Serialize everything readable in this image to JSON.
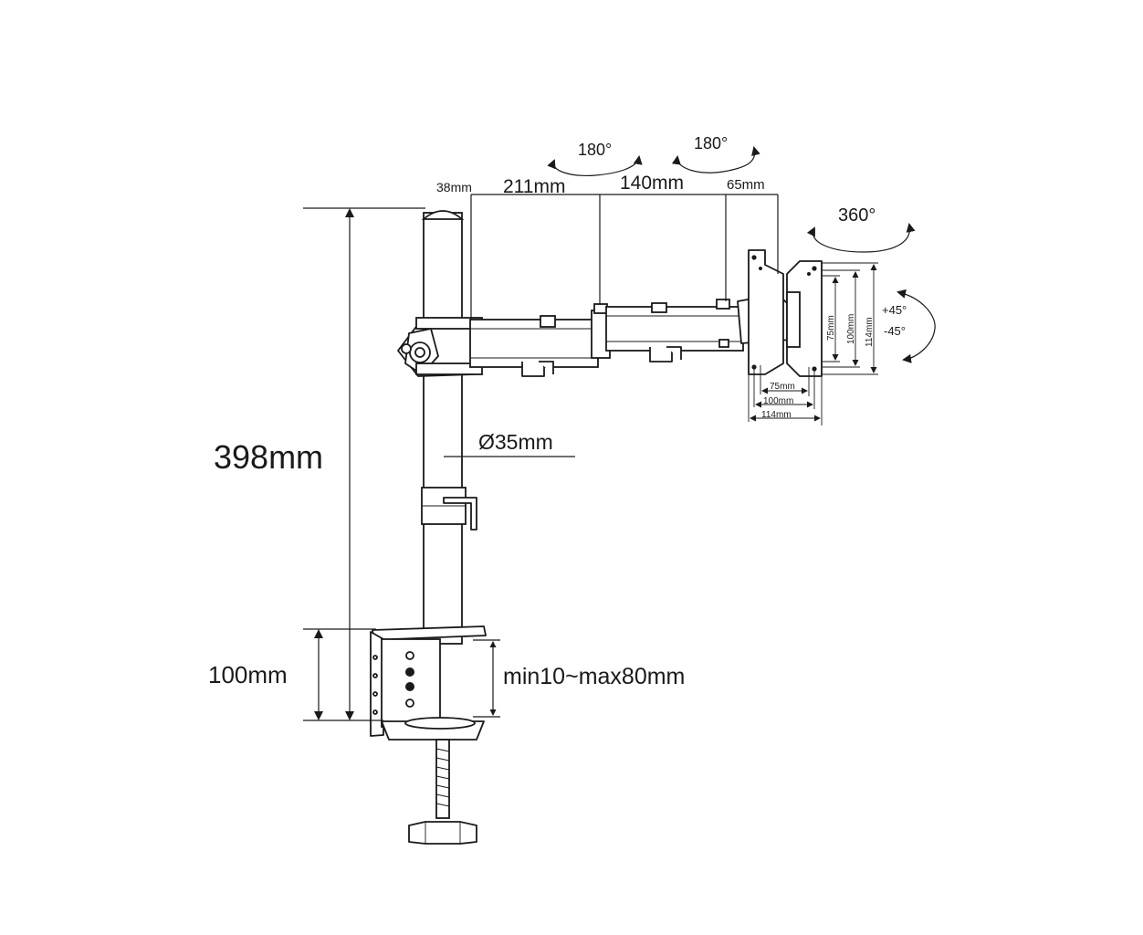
{
  "dimensions": {
    "pole_height": "398mm",
    "clamp_height": "100mm",
    "desk_range": "min10~max80mm",
    "pole_diameter": "Ø35mm",
    "offset_38": "38mm",
    "arm_211": "211mm",
    "arm_140": "140mm",
    "offset_65": "65mm"
  },
  "rotations": {
    "joint1": "180°",
    "joint2": "180°",
    "head": "360°",
    "tilt_up": "+45°",
    "tilt_down": "-45°"
  },
  "vesa": {
    "v75": "75mm",
    "v100": "100mm",
    "v114": "114mm",
    "h75": "75mm",
    "h100": "100mm",
    "h114": "114mm"
  }
}
